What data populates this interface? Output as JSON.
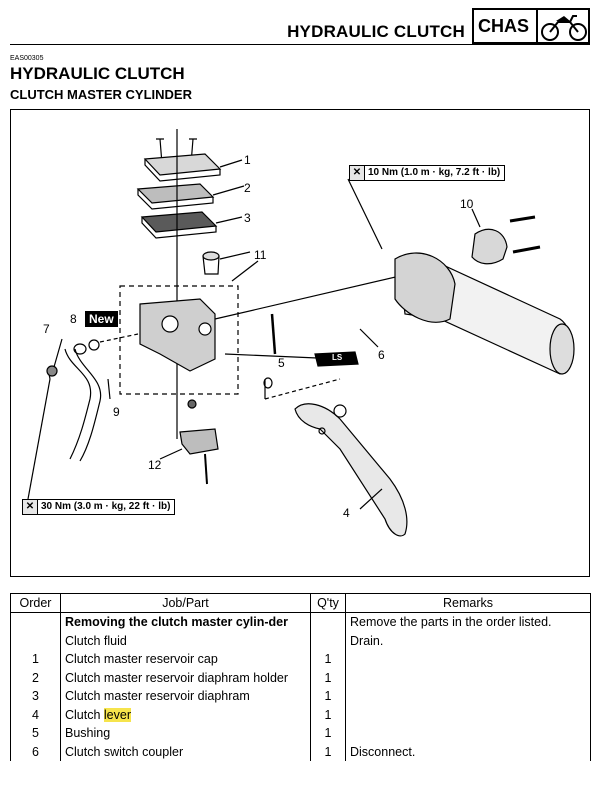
{
  "header": {
    "section_title": "HYDRAULIC CLUTCH",
    "chas_label": "CHAS",
    "chas_icon": "motorcycle-icon"
  },
  "doc": {
    "ref_code": "EAS00305",
    "title": "HYDRAULIC CLUTCH",
    "subtitle": "CLUTCH MASTER CYLINDER"
  },
  "diagram": {
    "torque_top": "10 Nm (1.0 m · kg, 7.2 ft · lb)",
    "torque_bottom": "30 Nm (3.0 m · kg, 22 ft · lb)",
    "new_badge": "New",
    "ls_mark": "LS",
    "callouts": [
      "1",
      "2",
      "3",
      "4",
      "5",
      "6",
      "7",
      "8",
      "9",
      "10",
      "11",
      "12"
    ]
  },
  "table": {
    "headers": [
      "Order",
      "Job/Part",
      "Q'ty",
      "Remarks"
    ],
    "rows": [
      {
        "order": "",
        "part": "Removing the clutch master cylin-der",
        "qty": "",
        "remarks": "Remove the parts in the order listed."
      },
      {
        "order": "",
        "part": "Clutch fluid",
        "qty": "",
        "remarks": "Drain."
      },
      {
        "order": "1",
        "part": "Clutch master reservoir cap",
        "qty": "1",
        "remarks": ""
      },
      {
        "order": "2",
        "part": "Clutch master reservoir diaphram holder",
        "qty": "1",
        "remarks": ""
      },
      {
        "order": "3",
        "part": "Clutch master reservoir diaphram",
        "qty": "1",
        "remarks": ""
      },
      {
        "order": "4",
        "part_pre": "Clutch ",
        "part_hl": "lever",
        "qty": "1",
        "remarks": ""
      },
      {
        "order": "5",
        "part": "Bushing",
        "qty": "1",
        "remarks": ""
      },
      {
        "order": "6",
        "part": "Clutch switch coupler",
        "qty": "1",
        "remarks": "Disconnect."
      }
    ]
  }
}
